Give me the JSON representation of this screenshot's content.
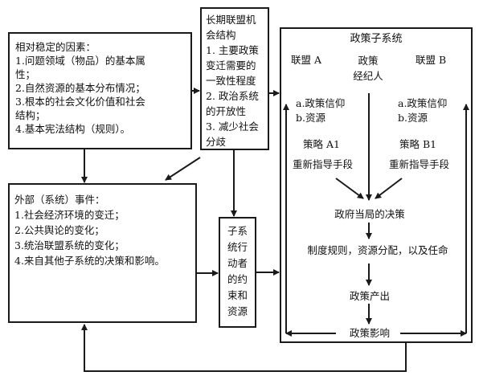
{
  "stable_factors": {
    "title": "相对稳定的因素：",
    "lines": [
      "1.问题领域（物品）的基本属",
      "性；",
      "2.自然资源的基本分布情况；",
      "3.根本的社会文化价值和社会",
      "结构；",
      "4.基本宪法结构（规则）。"
    ]
  },
  "coalition_structure": {
    "lines": [
      "长期联盟机",
      "会结构",
      "1. 主要政策",
      "变迁需要的",
      "一致性程度",
      "2. 政治系统",
      "的开放性",
      "3. 减少社会",
      "分歧"
    ]
  },
  "external_events": {
    "title": "外部（系统）事件：",
    "lines": [
      "1.社会经济环境的变迁；",
      "2.公共舆论的变化；",
      "3.统治联盟系统的变化；",
      "4.来自其他子系统的决策和影响。"
    ]
  },
  "constraints": {
    "lines": [
      "子系",
      "统行",
      "动者",
      "的约",
      "束和",
      "资源"
    ]
  },
  "policy_subsystem": {
    "title": "政策子系统",
    "coalition_a": "联盟 A",
    "broker": [
      "政策",
      "经纪人"
    ],
    "coalition_b": "联盟 B",
    "a_beliefs": [
      "a.政策信仰",
      "b.资源"
    ],
    "b_beliefs": [
      "a.政策信仰",
      "b.资源"
    ],
    "strategy_a": "策略 A1",
    "strategy_b": "策略 B1",
    "guidance_a": "重新指导手段",
    "guidance_b": "重新指导手段",
    "decision": "政府当局的决策",
    "rules": "制度规则，资源分配，以及任命",
    "output": "政策产出",
    "impact": "政策影响"
  }
}
